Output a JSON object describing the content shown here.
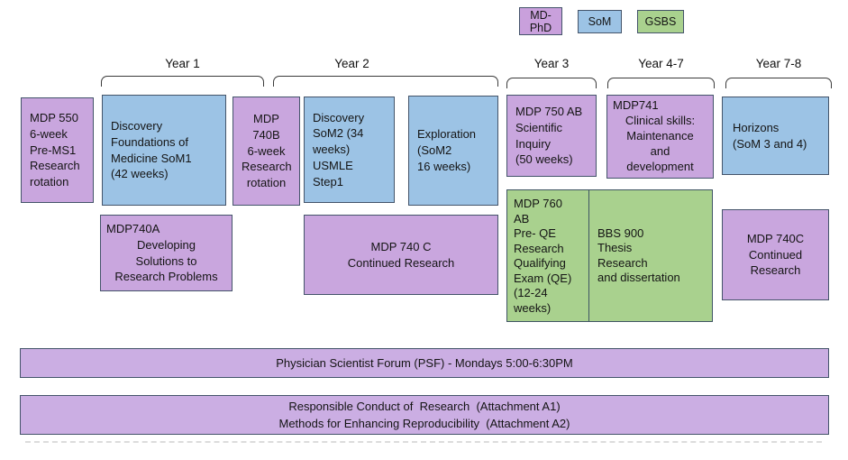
{
  "legend": {
    "md_phd": "MD-\nPhD",
    "som": "SoM",
    "gsbs": "GSBS"
  },
  "years": [
    "Year 1",
    "Year 2",
    "Year 3",
    "Year 4-7",
    "Year 7-8"
  ],
  "boxes": {
    "mdp550": "MDP 550\n6-week\nPre-MS1\nResearch\nrotation",
    "discovery_som1": "Discovery\nFoundations of\nMedicine SoM1\n(42 weeks)",
    "mdp740b": "MDP\n740B\n6-week\nResearch\nrotation",
    "discovery_som2": "Discovery\nSoM2 (34\nweeks)\nUSMLE\nStep1",
    "exploration": "Exploration\n(SoM2\n16 weeks)",
    "mdp750ab": "MDP 750 AB\nScientific\nInquiry\n(50 weeks)",
    "mdp741_title": "MDP741",
    "mdp741_body": "Clinical skills:\nMaintenance\nand\ndevelopment",
    "horizons": "Horizons\n(SoM 3 and 4)",
    "mdp740a_title": "MDP740A",
    "mdp740a_body": "Developing\nSolutions to\nResearch Problems",
    "mdp740c_year2": "MDP 740 C\nContinued Research",
    "mdp760ab": "MDP 760\nAB\nPre- QE\nResearch\nQualifying\nExam (QE)\n(12-24\nweeks)",
    "bbs900": "BBS 900\nThesis\nResearch\nand dissertation",
    "mdp740c_year78": "MDP 740C\nContinued\nResearch"
  },
  "bars": {
    "psf": "Physician Scientist Forum (PSF) - Mondays 5:00-6:30PM",
    "rcr_line1": "Responsible Conduct of  Research  (Attachment A1)",
    "rcr_line2": "Methods for Enhancing Reproducibility  (Attachment A2)"
  },
  "colors": {
    "md_phd_fill": "#c9a0dc",
    "som_fill": "#9cc3e5",
    "gsbs_fill": "#a9d18e",
    "bar_fill": "#cbaee3",
    "box_border": "#44546a"
  }
}
